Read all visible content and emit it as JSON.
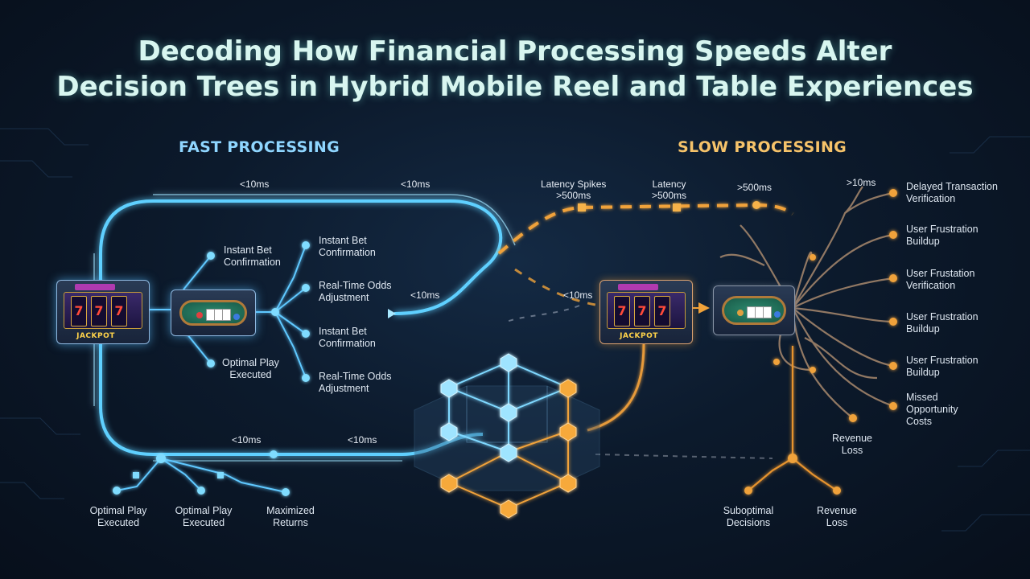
{
  "title": {
    "line1": "Decoding How Financial Processing Speeds Alter",
    "line2": "Decision Trees in Hybrid Mobile Reel and Table Experiences"
  },
  "fast": {
    "heading": "FAST PROCESSING",
    "latency_top_left": "<10ms",
    "latency_top_right": "<10ms",
    "latency_mid": "<10ms",
    "latency_bottom_left": "<10ms",
    "latency_bottom_right": "<10ms",
    "branch_left_top": "Instant Bet\nConfirmation",
    "branch_left_bottom": "Optimal Play\nExecuted",
    "branch_right": [
      "Instant Bet\nConfirmation",
      "Real-Time Odds\nAdjustment",
      "Instant Bet\nConfirmation",
      "Real-Time Odds\nAdjustment"
    ],
    "bottom_outcomes": [
      "Optimal Play\nExecuted",
      "Optimal Play\nExecuted",
      "Maximized\nReturns"
    ],
    "slot_jackpot": "JACKPOT",
    "slot_reels": [
      "7",
      "7",
      "7"
    ]
  },
  "slow": {
    "heading": "SLOW PROCESSING",
    "latency_spikes": "Latency Spikes\n>500ms",
    "latency_2": "Latency\n>500ms",
    "latency_3": ">500ms",
    "latency_4": ">10ms",
    "latency_mid": "<10ms",
    "outcomes_right": [
      "Delayed Transaction\nVerification",
      "User Frustration\nBuildup",
      "User Frustation\nVerification",
      "User Frustration\nBuildup",
      "User Frustration\nBuildup",
      "Missed\nOpportunity\nCosts"
    ],
    "revenue_loss_mid": "Revenue\nLoss",
    "bottom_outcomes": [
      "Suboptimal\nDecisions",
      "Revenue\nLoss"
    ],
    "slot_jackpot": "JACKPOT",
    "slot_reels": [
      "7",
      "7",
      "7"
    ]
  },
  "colors": {
    "fast_glow": "#5fd0ff",
    "slow_amber": "#f0a23a",
    "slow_branch": "#a0836a",
    "title": "#d8f6f0"
  }
}
